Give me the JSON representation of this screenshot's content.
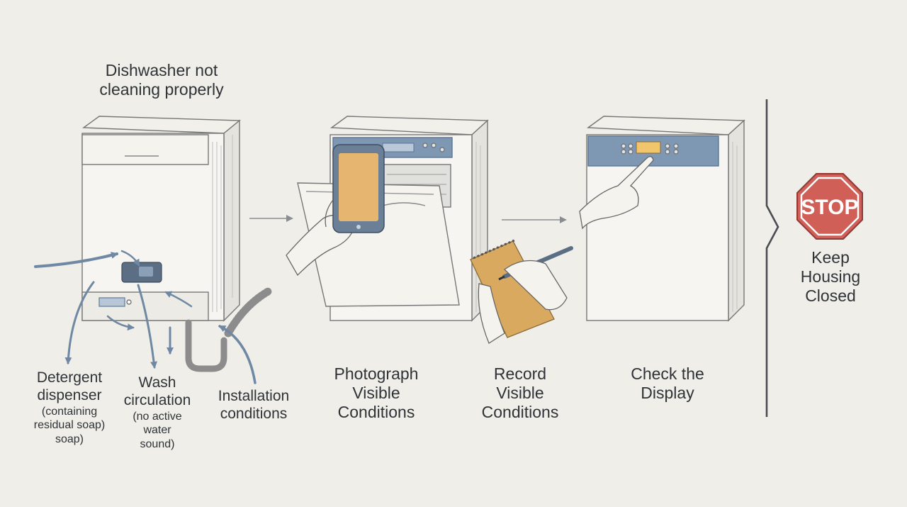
{
  "title": {
    "line1": "Dishwasher not",
    "line2": "cleaning properly"
  },
  "labels": {
    "detergent": {
      "line1": "Detergent",
      "line2": "dispenser",
      "note1": "(containing",
      "note2": "residual soap)",
      "note3": "soap)"
    },
    "wash": {
      "line1": "Wash",
      "line2": "circulation",
      "note1": "(no active",
      "note2": "water",
      "note3": "sound)"
    },
    "installation": {
      "line1": "Installation",
      "line2": "conditions"
    }
  },
  "steps": [
    {
      "line1": "Photograph",
      "line2": "Visible",
      "line3": "Conditions"
    },
    {
      "line1": "Record",
      "line2": "Visible",
      "line3": "Conditions"
    },
    {
      "line1": "Check the",
      "line2": "Display"
    }
  ],
  "stop": {
    "sign_text": "STOP",
    "line1": "Keep",
    "line2": "Housing",
    "line3": "Closed"
  },
  "colors": {
    "background": "#efeee8",
    "panel_blue": "#7e97b3",
    "stop_red": "#cf5f57",
    "notepad": "#d9a95f",
    "phone_screen": "#e6b56f"
  }
}
